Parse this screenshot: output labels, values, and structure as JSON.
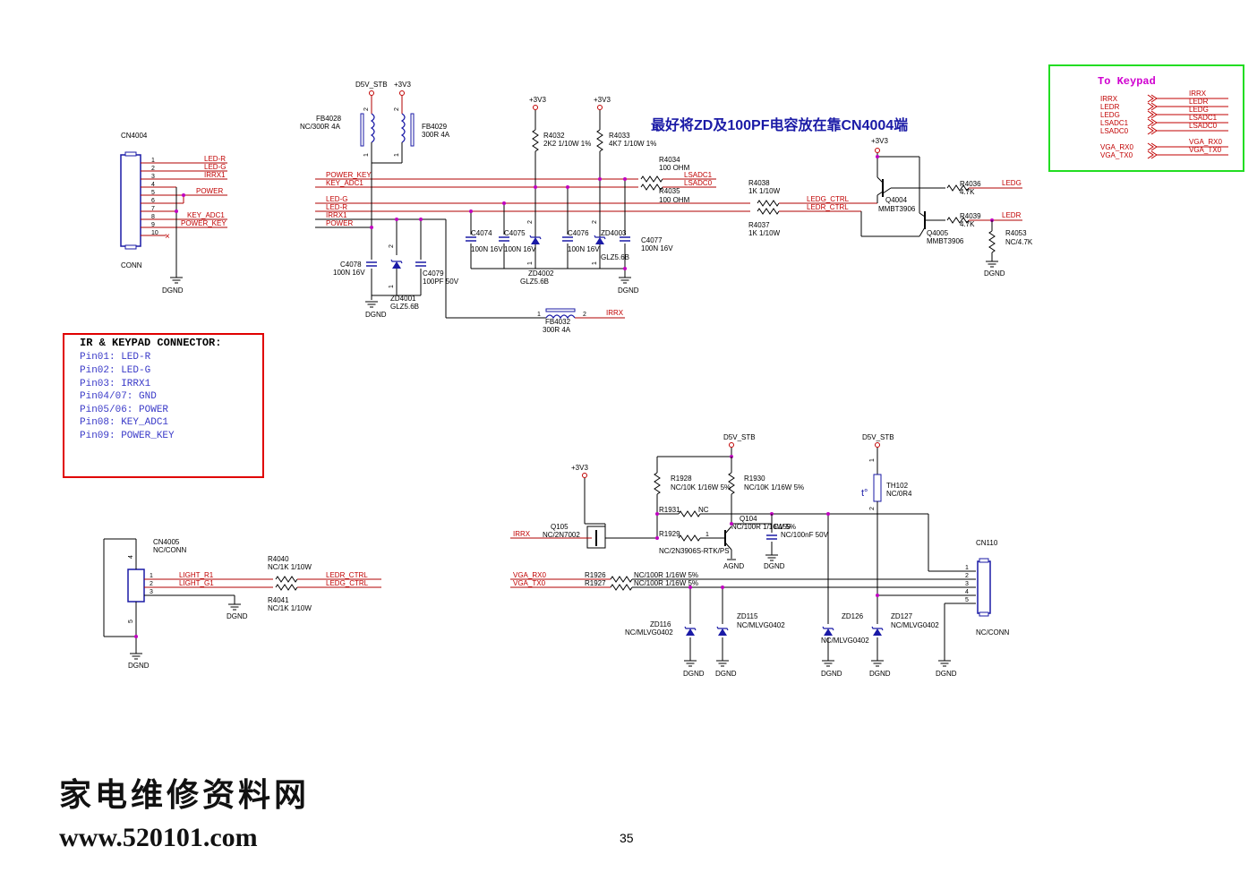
{
  "page_number": "35",
  "chinese_note": "最好将ZD及100PF电容放在靠CN4004端",
  "watermark": {
    "line1": "家电维修资料网",
    "line2": "www.520101.com"
  },
  "rails": {
    "d5v_stb": "D5V_STB",
    "v3": "+3V3"
  },
  "gnd": "DGND",
  "cn4004": {
    "ref": "CN4004",
    "type": "CONN",
    "pins": [
      "1",
      "2",
      "3",
      "4",
      "5",
      "6",
      "7",
      "8",
      "9",
      "10"
    ],
    "nets": [
      "LED-R",
      "LED-G",
      "IRRX1",
      "POWER",
      "KEY_ADC1",
      "POWER_KEY"
    ]
  },
  "fb4028": {
    "ref": "FB4028",
    "val": "NC/300R 4A"
  },
  "fb4029": {
    "ref": "FB4029",
    "val": "300R 4A"
  },
  "fb4032": {
    "ref": "FB4032",
    "val": "300R 4A"
  },
  "bus_nets": [
    "POWER_KEY",
    "KEY_ADC1",
    "LED-G",
    "LED-R",
    "IRRX1",
    "POWER"
  ],
  "r4032": {
    "ref": "R4032",
    "val": "2K2 1/10W 1%"
  },
  "r4033": {
    "ref": "R4033",
    "val": "4K7 1/10W 1%"
  },
  "r4034": {
    "ref": "R4034",
    "val": "100 OHM"
  },
  "r4035": {
    "ref": "R4035",
    "val": "100 OHM"
  },
  "r4038": {
    "ref": "R4038",
    "val": "1K 1/10W"
  },
  "r4037": {
    "ref": "R4037",
    "val": "1K 1/10W"
  },
  "r4036": {
    "ref": "R4036",
    "val": "4.7K"
  },
  "r4039": {
    "ref": "R4039",
    "val": "4.7K"
  },
  "r4053": {
    "ref": "R4053",
    "val": "NC/4.7K"
  },
  "q4004": {
    "ref": "Q4004",
    "val": "MMBT3906"
  },
  "q4005": {
    "ref": "Q4005",
    "val": "MMBT3906"
  },
  "c4074": {
    "ref": "C4074",
    "val": "100N 16V"
  },
  "c4075": {
    "ref": "C4075",
    "val": "100N 16V"
  },
  "c4076": {
    "ref": "C4076",
    "val": "100N 16V"
  },
  "c4077": {
    "ref": "C4077",
    "val": "100N 16V"
  },
  "c4078": {
    "ref": "C4078",
    "val": "100N 16V"
  },
  "c4079": {
    "ref": "C4079",
    "val": "100PF 50V"
  },
  "zd4001": {
    "ref": "ZD4001",
    "val": "GLZ5.6B"
  },
  "zd4002": {
    "ref": "ZD4002",
    "val": "GLZ5.6B"
  },
  "zd4003": {
    "ref": "ZD4003",
    "val": "GLZ5.6B"
  },
  "nets": {
    "lsadc1": "LSADC1",
    "lsadc0": "LSADC0",
    "ledg_ctrl": "LEDG_CTRL",
    "ledr_ctrl": "LEDR_CTRL",
    "ledg": "LEDG",
    "ledr": "LEDR",
    "irrx": "IRRX",
    "vga_rx0": "VGA_RX0",
    "vga_tx0": "VGA_TX0",
    "light_r1": "LIGHT_R1",
    "light_g1": "LIGHT_G1"
  },
  "ir_note": {
    "title": "IR & KEYPAD CONNECTOR:",
    "lines": [
      "Pin01: LED-R",
      "Pin02: LED-G",
      "Pin03: IRRX1",
      "Pin04/07: GND",
      "Pin05/06: POWER",
      "Pin08: KEY_ADC1",
      "Pin09: POWER_KEY"
    ]
  },
  "keypad": {
    "title": "To Keypad",
    "left": [
      "IRRX",
      "LEDR",
      "LEDG",
      "LSADC1",
      "LSADC0",
      "VGA_RX0",
      "VGA_TX0"
    ],
    "right": [
      "IRRX",
      "LEDR",
      "LEDG",
      "LSADC1",
      "LSADC0",
      "VGA_RX0",
      "VGA_TX0"
    ]
  },
  "cn4005": {
    "ref": "CN4005",
    "val": "NC/CONN"
  },
  "r4040": {
    "ref": "R4040",
    "val": "NC/1K 1/10W"
  },
  "r4041": {
    "ref": "R4041",
    "val": "NC/1K 1/10W"
  },
  "q105": {
    "ref": "Q105",
    "val": "NC/2N7002"
  },
  "q104": {
    "ref": "Q104",
    "val": "NC/2N3906S-RTK/PS"
  },
  "r1928": {
    "ref": "R1928",
    "val": "NC/10K 1/16W 5%"
  },
  "r1930": {
    "ref": "R1930",
    "val": "NC/10K 1/16W 5%"
  },
  "r1931": {
    "ref": "R1931",
    "val": "NC"
  },
  "r1929": {
    "ref": "R1929",
    "val": "NC/100R 1/16W 5%"
  },
  "c159": {
    "ref": "C159",
    "val": "NC/100nF 50V"
  },
  "r1926": {
    "ref": "R1926",
    "val": "NC/100R 1/16W 5%"
  },
  "r1927": {
    "ref": "R1927",
    "val": "NC/100R 1/16W 5%"
  },
  "th102": {
    "ref": "TH102",
    "val": "NC/0R4"
  },
  "zd116": {
    "ref": "ZD116",
    "val": "NC/MLVG0402"
  },
  "zd115": {
    "ref": "ZD115",
    "val": "NC/MLVG0402"
  },
  "zd126": {
    "ref": "ZD126",
    "val": "NC/MLVG0402"
  },
  "zd127": {
    "ref": "ZD127",
    "val": "NC/MLVG0402"
  },
  "cn110": {
    "ref": "CN110",
    "val": "NC/CONN"
  },
  "agnd": "AGND"
}
